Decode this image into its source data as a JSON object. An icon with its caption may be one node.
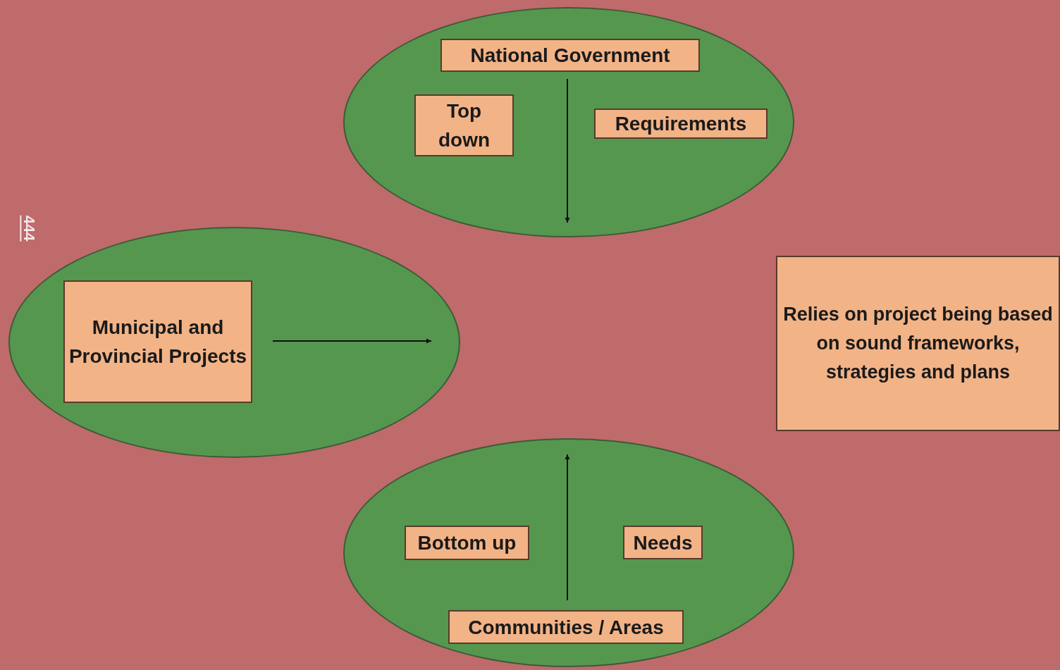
{
  "diagram": {
    "nodes": [
      {
        "text": [],
        "shape": "ellipse"
      },
      {
        "text": [
          "National Government"
        ],
        "in": 0
      },
      {
        "text": [
          "Top down"
        ],
        "in": 0
      },
      {
        "text": [
          "Requirements"
        ],
        "in": 0
      },
      {
        "text": [],
        "shape": "ellipse"
      },
      {
        "text": [
          "Municipal and Provincial Projects"
        ],
        "in": 4
      },
      {
        "text": [
          "Relies on project being based on sound frameworks, strategies and plans"
        ]
      },
      {
        "text": [],
        "shape": "ellipse"
      },
      {
        "text": [
          "Bottom up"
        ],
        "in": 7
      },
      {
        "text": [
          "Needs"
        ],
        "in": 7
      },
      {
        "text": [
          "Communities / Areas"
        ],
        "in": 7
      }
    ],
    "edges": [
      {
        "from": 1,
        "to": null,
        "arrow": "to"
      },
      {
        "from": 5,
        "to": null,
        "arrow": "to"
      },
      {
        "from": 10,
        "to": null,
        "arrow": "to"
      }
    ],
    "labels": [
      "444"
    ]
  }
}
